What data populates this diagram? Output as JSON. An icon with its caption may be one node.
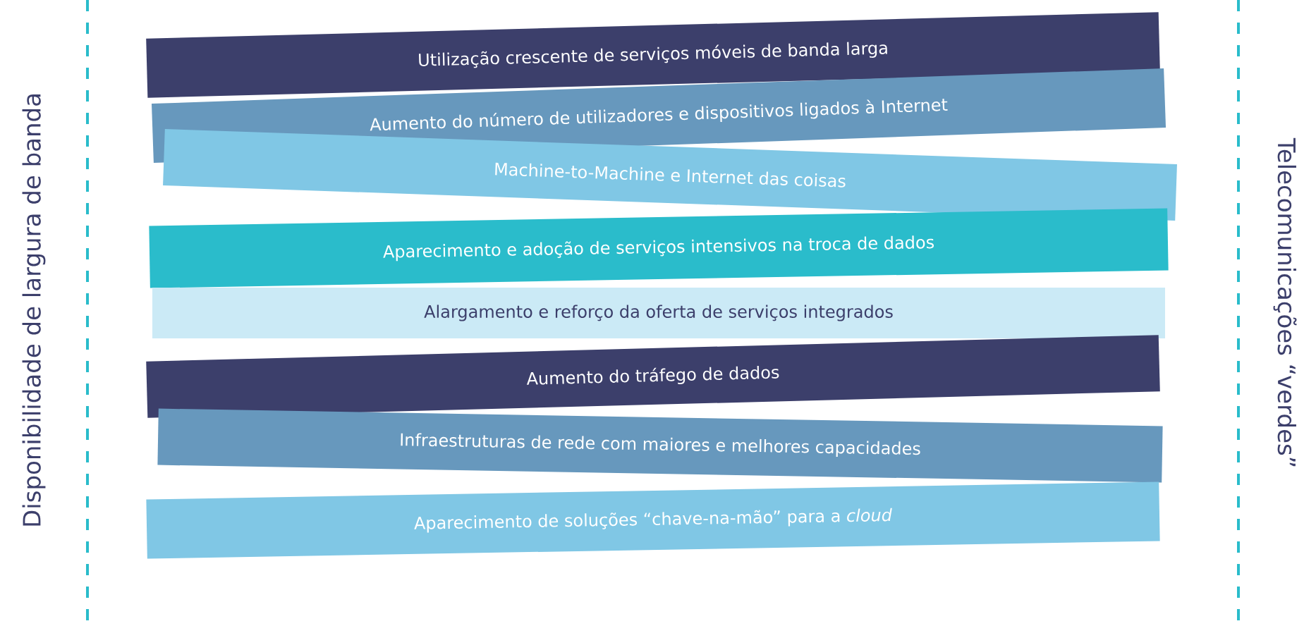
{
  "diagram": {
    "nodes": [
      {
        "text": [
          "Utilização crescente de serviços móveis de banda larga"
        ]
      },
      {
        "text": [
          "Aumento do número de utilizadores e dispositivos ligados à Internet"
        ]
      },
      {
        "text": [
          "Machine-to-Machine e Internet das coisas"
        ]
      },
      {
        "text": [
          "Aparecimento e adoção de serviços intensivos na troca de dados"
        ]
      },
      {
        "text": [
          "Alargamento e reforço da oferta de serviços integrados"
        ]
      },
      {
        "text": [
          "Aumento do tráfego de dados"
        ]
      },
      {
        "text": [
          "Infraestruturas de rede com maiores e melhores capacidades"
        ]
      },
      {
        "text": [
          "Aparecimento de soluções “chave-na-mão” para a *cloud*"
        ]
      }
    ],
    "labels": [
      "Disponibilidade de largura de banda",
      "Telecomunicações “verdes”"
    ]
  }
}
